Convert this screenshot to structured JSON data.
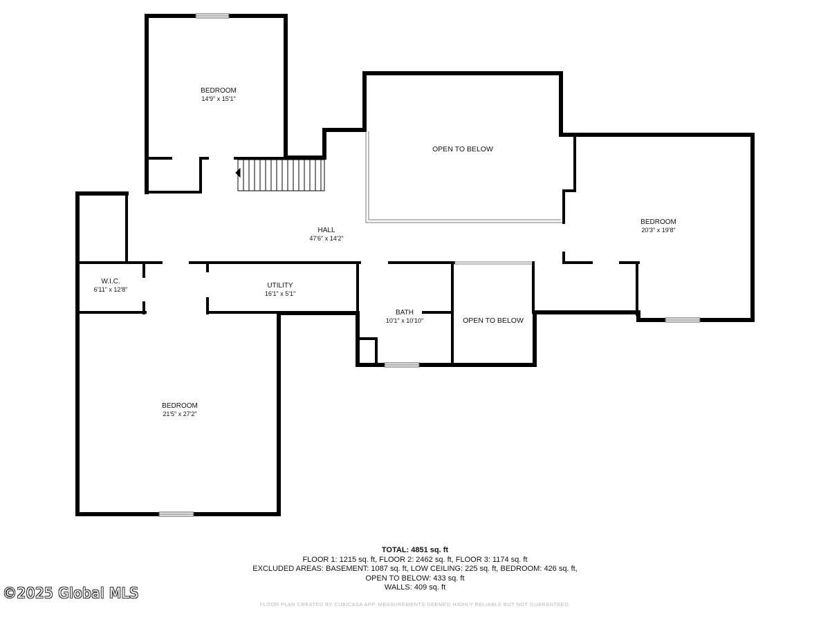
{
  "rooms": {
    "bedroom_top": {
      "name": "BEDROOM",
      "dim": "14'9\" x 15'1\""
    },
    "bedroom_right": {
      "name": "BEDROOM",
      "dim": "20'3\" x 19'8\""
    },
    "bedroom_bottom": {
      "name": "BEDROOM",
      "dim": "21'5\" x 27'2\""
    },
    "hall": {
      "name": "HALL",
      "dim": "47'6\" x 14'2\""
    },
    "wic": {
      "name": "W.I.C.",
      "dim": "6'11\" x 12'8\""
    },
    "utility": {
      "name": "UTILITY",
      "dim": "16'1\" x 5'1\""
    },
    "bath": {
      "name": "BATH",
      "dim": "10'1\" x 10'10\""
    },
    "open_top": {
      "name": "OPEN TO BELOW"
    },
    "open_small": {
      "name": "OPEN TO BELOW"
    }
  },
  "totals": {
    "total": "TOTAL: 4851 sq. ft",
    "floors": "FLOOR 1: 1215 sq. ft, FLOOR 2: 2462 sq. ft, FLOOR 3: 1174 sq. ft",
    "excluded": "EXCLUDED AREAS: BASEMENT: 1087 sq. ft, LOW CEILING: 225 sq. ft, BEDROOM: 426 sq. ft,",
    "open": "OPEN TO BELOW: 433 sq. ft",
    "walls": "WALLS: 409 sq. ft"
  },
  "credit": "FLOOR PLAN CREATED BY CUBICASA APP. MEASUREMENTS DEEMED HIGHLY RELIABLE BUT NOT GUARANTEED.",
  "watermark": "©2025 Global MLS",
  "colors": {
    "wall": "#000000",
    "opening": "#ffffff",
    "window": "#bdbdbd",
    "credit": "#b8b8b8"
  }
}
